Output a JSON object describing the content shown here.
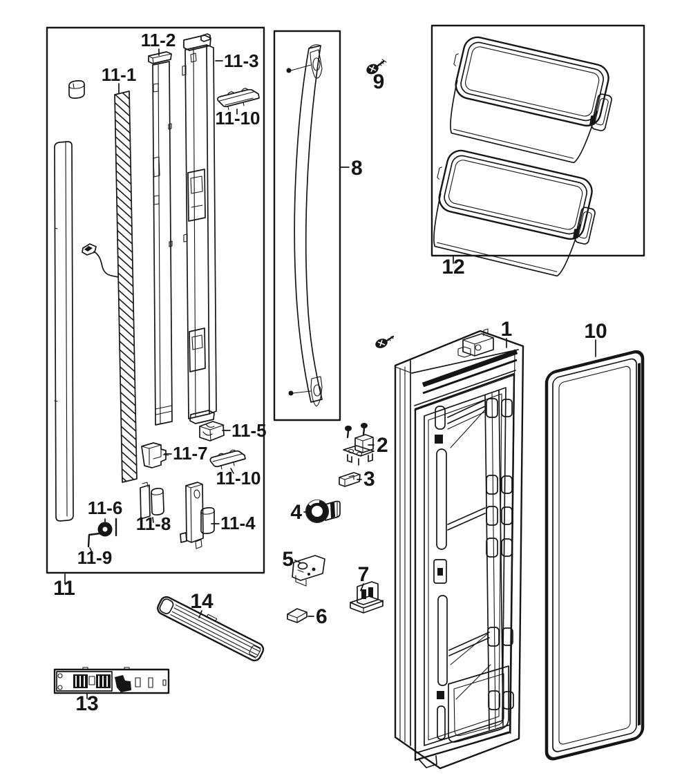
{
  "diagram": {
    "kind": "exploded-parts-diagram",
    "subject": "Refrigerator door assembly parts diagram",
    "background_color": "#ffffff",
    "line_color": "#151515"
  },
  "callouts": {
    "p1": "1",
    "p2": "2",
    "p3": "3",
    "p4": "4",
    "p5": "5",
    "p6": "6",
    "p7": "7",
    "p8": "8",
    "p9": "9",
    "p10": "10",
    "p11": "11",
    "p12": "12",
    "p13": "13",
    "p14": "14",
    "p11_1": "11-1",
    "p11_2": "11-2",
    "p11_3": "11-3",
    "p11_4": "11-4",
    "p11_5": "11-5",
    "p11_6": "11-6",
    "p11_7": "11-7",
    "p11_8": "11-8",
    "p11_9": "11-9",
    "p11_10_upper": "11-10",
    "p11_10_lower": "11-10"
  }
}
